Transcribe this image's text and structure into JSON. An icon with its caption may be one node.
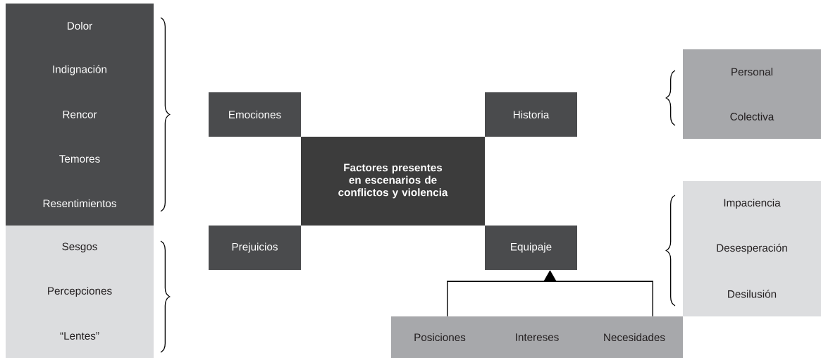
{
  "diagram": {
    "nodes": [
      {
        "text": [
          "Dolor",
          "Indignación",
          "Rencor",
          "Temores",
          "Resentimientos"
        ]
      },
      {
        "text": [
          "Sesgos",
          "Percepciones",
          "“Lentes”"
        ]
      },
      {
        "text": [
          "Emociones"
        ]
      },
      {
        "text": [
          "Historia"
        ]
      },
      {
        "text": [
          "Factores presentes en escenarios de conflictos y violencia"
        ]
      },
      {
        "text": [
          "Prejuicios"
        ]
      },
      {
        "text": [
          "Equipaje"
        ]
      },
      {
        "text": [
          "Personal",
          "Colectiva"
        ]
      },
      {
        "text": [
          "Impaciencia",
          "Desesperación",
          "Desilusión"
        ]
      },
      {
        "text": [
          "Posiciones",
          "Intereses",
          "Necesidades"
        ]
      }
    ],
    "edges": [
      {
        "from": 9,
        "to": 6,
        "arrow": "to"
      }
    ]
  }
}
